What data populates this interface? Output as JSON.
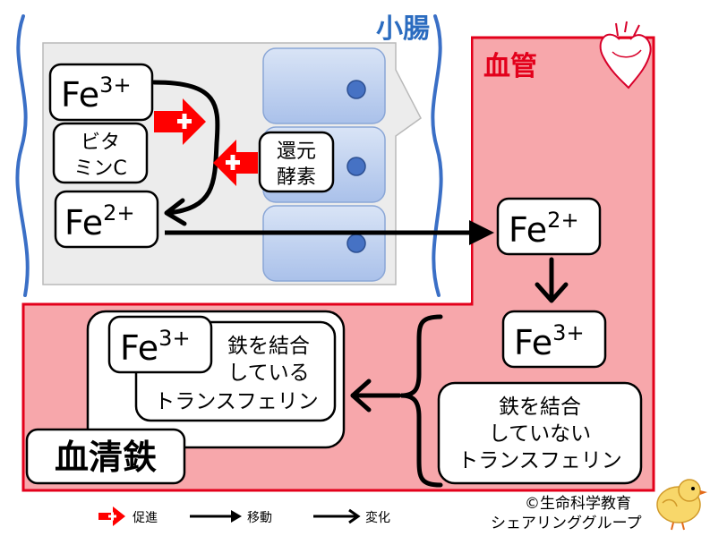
{
  "labels": {
    "intestine": "小腸",
    "blood_vessel": "血管",
    "fe3_top": "Fe",
    "fe3_top_sup": "3+",
    "vitamin_c_line1": "ビタ",
    "vitamin_c_line2": "ミンC",
    "fe2_left": "Fe",
    "fe2_left_sup": "2+",
    "reductase_line1": "還元",
    "reductase_line2": "酵素",
    "fe2_right": "Fe",
    "fe2_right_sup": "2+",
    "fe3_right": "Fe",
    "fe3_right_sup": "3+",
    "unbound_line1": "鉄を結合",
    "unbound_line2": "していない",
    "unbound_line3": "トランスフェリン",
    "bound_fe": "Fe",
    "bound_fe_sup": "3+",
    "bound_line1": "鉄を結合",
    "bound_line2": "している",
    "bound_line3": "トランスフェリン",
    "serum_iron": "血清鉄"
  },
  "legend": {
    "promote": "促進",
    "move": "移動",
    "change": "変化"
  },
  "credit": {
    "line1": "©生命科学教育",
    "line2": "シェアリンググループ"
  },
  "colors": {
    "vessel_fill": "#f7a7ab",
    "vessel_border": "#e3001b",
    "intestine_wave": "#3a6fc6",
    "intestine_text": "#2b6cc0",
    "vessel_text": "#e3001b",
    "cell_fill": "#c3d3f0",
    "nucleus": "#4672c4",
    "promote_arrow": "#ff0000"
  }
}
